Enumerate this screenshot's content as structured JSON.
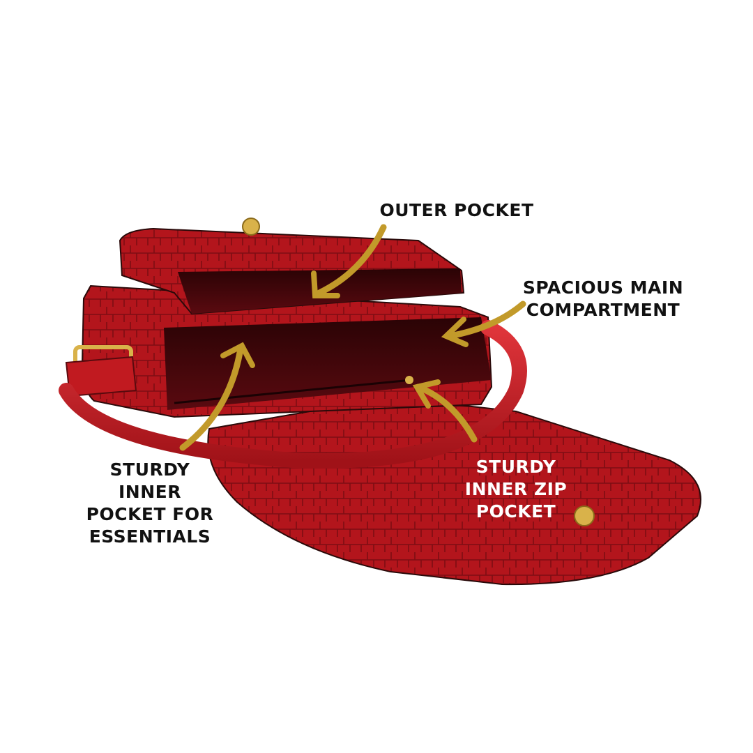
{
  "colors": {
    "leather": "#b3151c",
    "leather_dark": "#7a0a10",
    "lining": "#3b0508",
    "arrow_gold": "#c29a2a",
    "hardware_gold": "#d9b24a",
    "background": "#ffffff"
  },
  "callouts": [
    {
      "lines": [
        "OUTER POCKET"
      ]
    },
    {
      "lines": [
        "SPACIOUS MAIN",
        "COMPARTMENT"
      ]
    },
    {
      "lines": [
        "STURDY",
        "INNER",
        "POCKET FOR",
        "ESSENTIALS"
      ]
    },
    {
      "lines": [
        "STURDY",
        "INNER ZIP",
        "POCKET"
      ]
    }
  ]
}
